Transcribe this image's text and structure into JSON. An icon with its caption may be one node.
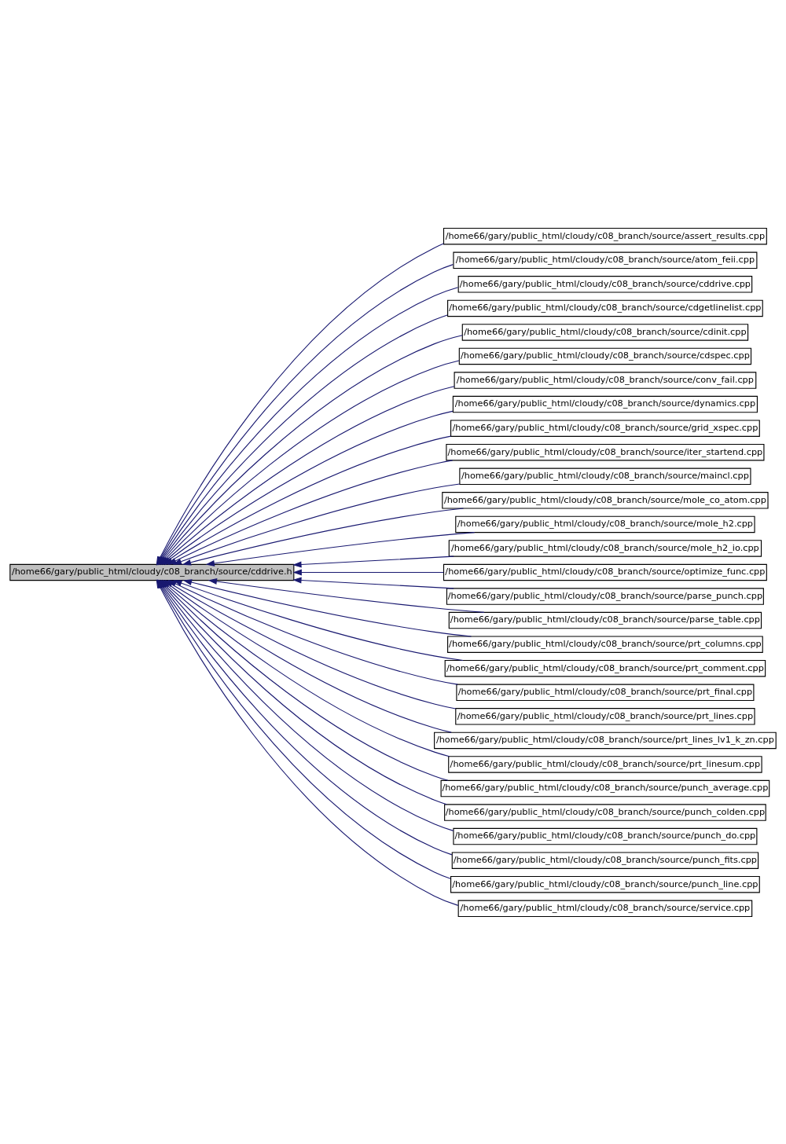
{
  "diagram": {
    "nodes": [
      {
        "text": [
          "/home66/gary/public_html/cloudy/c08_branch/source/cddrive.h"
        ]
      },
      {
        "text": [
          "/home66/gary/public_html/cloudy/c08_branch/source/assert_results.cpp"
        ]
      },
      {
        "text": [
          "/home66/gary/public_html/cloudy/c08_branch/source/atom_feii.cpp"
        ]
      },
      {
        "text": [
          "/home66/gary/public_html/cloudy/c08_branch/source/cddrive.cpp"
        ]
      },
      {
        "text": [
          "/home66/gary/public_html/cloudy/c08_branch/source/cdgetlinelist.cpp"
        ]
      },
      {
        "text": [
          "/home66/gary/public_html/cloudy/c08_branch/source/cdinit.cpp"
        ]
      },
      {
        "text": [
          "/home66/gary/public_html/cloudy/c08_branch/source/cdspec.cpp"
        ]
      },
      {
        "text": [
          "/home66/gary/public_html/cloudy/c08_branch/source/conv_fail.cpp"
        ]
      },
      {
        "text": [
          "/home66/gary/public_html/cloudy/c08_branch/source/dynamics.cpp"
        ]
      },
      {
        "text": [
          "/home66/gary/public_html/cloudy/c08_branch/source/grid_xspec.cpp"
        ]
      },
      {
        "text": [
          "/home66/gary/public_html/cloudy/c08_branch/source/iter_startend.cpp"
        ]
      },
      {
        "text": [
          "/home66/gary/public_html/cloudy/c08_branch/source/maincl.cpp"
        ]
      },
      {
        "text": [
          "/home66/gary/public_html/cloudy/c08_branch/source/mole_co_atom.cpp"
        ]
      },
      {
        "text": [
          "/home66/gary/public_html/cloudy/c08_branch/source/mole_h2.cpp"
        ]
      },
      {
        "text": [
          "/home66/gary/public_html/cloudy/c08_branch/source/mole_h2_io.cpp"
        ]
      },
      {
        "text": [
          "/home66/gary/public_html/cloudy/c08_branch/source/optimize_func.cpp"
        ]
      },
      {
        "text": [
          "/home66/gary/public_html/cloudy/c08_branch/source/parse_punch.cpp"
        ]
      },
      {
        "text": [
          "/home66/gary/public_html/cloudy/c08_branch/source/parse_table.cpp"
        ]
      },
      {
        "text": [
          "/home66/gary/public_html/cloudy/c08_branch/source/prt_columns.cpp"
        ]
      },
      {
        "text": [
          "/home66/gary/public_html/cloudy/c08_branch/source/prt_comment.cpp"
        ]
      },
      {
        "text": [
          "/home66/gary/public_html/cloudy/c08_branch/source/prt_final.cpp"
        ]
      },
      {
        "text": [
          "/home66/gary/public_html/cloudy/c08_branch/source/prt_lines.cpp"
        ]
      },
      {
        "text": [
          "/home66/gary/public_html/cloudy/c08_branch/source/prt_lines_lv1_k_zn.cpp"
        ]
      },
      {
        "text": [
          "/home66/gary/public_html/cloudy/c08_branch/source/prt_linesum.cpp"
        ]
      },
      {
        "text": [
          "/home66/gary/public_html/cloudy/c08_branch/source/punch_average.cpp"
        ]
      },
      {
        "text": [
          "/home66/gary/public_html/cloudy/c08_branch/source/punch_colden.cpp"
        ]
      },
      {
        "text": [
          "/home66/gary/public_html/cloudy/c08_branch/source/punch_do.cpp"
        ]
      },
      {
        "text": [
          "/home66/gary/public_html/cloudy/c08_branch/source/punch_fits.cpp"
        ]
      },
      {
        "text": [
          "/home66/gary/public_html/cloudy/c08_branch/source/punch_line.cpp"
        ]
      },
      {
        "text": [
          "/home66/gary/public_html/cloudy/c08_branch/source/service.cpp"
        ]
      }
    ],
    "edges": [
      {
        "from": 1,
        "to": 0,
        "arrow": "to"
      },
      {
        "from": 2,
        "to": 0,
        "arrow": "to"
      },
      {
        "from": 3,
        "to": 0,
        "arrow": "to"
      },
      {
        "from": 4,
        "to": 0,
        "arrow": "to"
      },
      {
        "from": 5,
        "to": 0,
        "arrow": "to"
      },
      {
        "from": 6,
        "to": 0,
        "arrow": "to"
      },
      {
        "from": 7,
        "to": 0,
        "arrow": "to"
      },
      {
        "from": 8,
        "to": 0,
        "arrow": "to"
      },
      {
        "from": 9,
        "to": 0,
        "arrow": "to"
      },
      {
        "from": 10,
        "to": 0,
        "arrow": "to"
      },
      {
        "from": 11,
        "to": 0,
        "arrow": "to"
      },
      {
        "from": 12,
        "to": 0,
        "arrow": "to"
      },
      {
        "from": 13,
        "to": 0,
        "arrow": "to"
      },
      {
        "from": 14,
        "to": 0,
        "arrow": "to"
      },
      {
        "from": 15,
        "to": 0,
        "arrow": "to"
      },
      {
        "from": 16,
        "to": 0,
        "arrow": "to"
      },
      {
        "from": 17,
        "to": 0,
        "arrow": "to"
      },
      {
        "from": 18,
        "to": 0,
        "arrow": "to"
      },
      {
        "from": 19,
        "to": 0,
        "arrow": "to"
      },
      {
        "from": 20,
        "to": 0,
        "arrow": "to"
      },
      {
        "from": 21,
        "to": 0,
        "arrow": "to"
      },
      {
        "from": 22,
        "to": 0,
        "arrow": "to"
      },
      {
        "from": 23,
        "to": 0,
        "arrow": "to"
      },
      {
        "from": 24,
        "to": 0,
        "arrow": "to"
      },
      {
        "from": 25,
        "to": 0,
        "arrow": "to"
      },
      {
        "from": 26,
        "to": 0,
        "arrow": "to"
      },
      {
        "from": 27,
        "to": 0,
        "arrow": "to"
      },
      {
        "from": 28,
        "to": 0,
        "arrow": "to"
      },
      {
        "from": 29,
        "to": 0,
        "arrow": "to"
      }
    ]
  }
}
